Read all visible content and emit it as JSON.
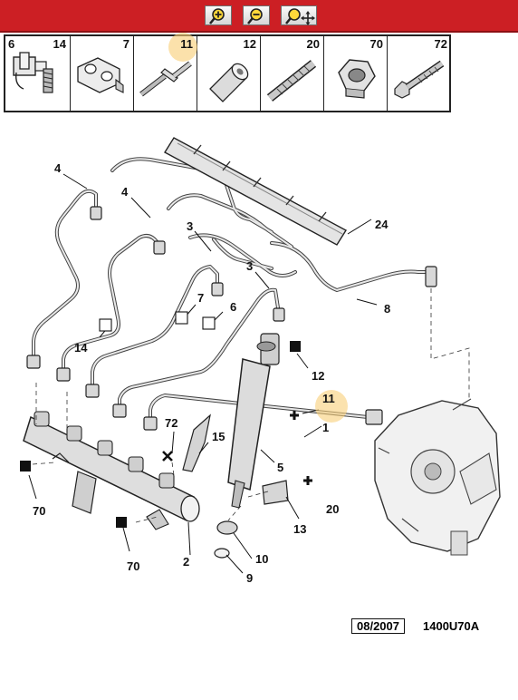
{
  "toolbar": {
    "background": "#cc1f24",
    "buttons": [
      {
        "icon": "zoom-in-icon"
      },
      {
        "icon": "zoom-out-icon"
      },
      {
        "icon": "zoom-pan-icon"
      }
    ]
  },
  "parts_strip": [
    {
      "left": "6",
      "right": "14"
    },
    {
      "left": "",
      "right": "7"
    },
    {
      "left": "",
      "right": "11",
      "highlighted": true
    },
    {
      "left": "",
      "right": "12"
    },
    {
      "left": "",
      "right": "20"
    },
    {
      "left": "",
      "right": "70"
    },
    {
      "left": "",
      "right": "72"
    }
  ],
  "callouts": {
    "c1": "1",
    "c2": "2",
    "c3a": "3",
    "c3b": "3",
    "c4a": "4",
    "c4b": "4",
    "c5": "5",
    "c6": "6",
    "c7": "7",
    "c8": "8",
    "c9": "9",
    "c10": "10",
    "c11": "11",
    "c12": "12",
    "c13": "13",
    "c14": "14",
    "c15": "15",
    "c20": "20",
    "c24": "24",
    "c70a": "70",
    "c70b": "70",
    "c72": "72"
  },
  "highlight_color": "#f8ce78",
  "footer": {
    "date": "08/2007",
    "reference": "1400U70A"
  }
}
